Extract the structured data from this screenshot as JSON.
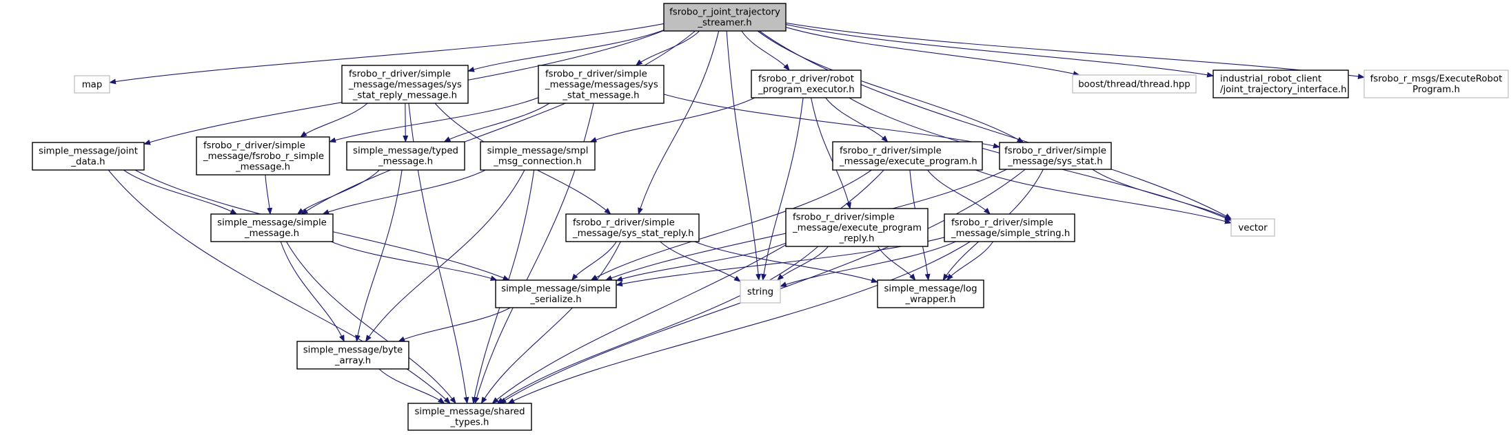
{
  "title": "fsrobo_r_joint_trajectory_streamer.h include dependency graph",
  "colors": {
    "edge": "#191970",
    "root_fill": "#bfbfbf",
    "documented_border": "#000000",
    "external_border": "#bfbfbf",
    "node_fill": "#ffffff"
  },
  "nodes": [
    {
      "id": "root",
      "lines": [
        "fsrobo_r_joint_trajectory",
        "_streamer.h"
      ],
      "kind": "root",
      "align": "center"
    },
    {
      "id": "map",
      "lines": [
        "map"
      ],
      "kind": "external",
      "align": "center"
    },
    {
      "id": "joint_data",
      "lines": [
        "simple_message/joint",
        "_data.h"
      ],
      "kind": "doc",
      "align": "center"
    },
    {
      "id": "sys_stat_reply_message",
      "lines": [
        "fsrobo_r_driver/simple",
        "_message/messages/sys",
        "_stat_reply_message.h"
      ],
      "kind": "doc",
      "align": "left"
    },
    {
      "id": "sys_stat_message",
      "lines": [
        "fsrobo_r_driver/simple",
        "_message/messages/sys",
        "_stat_message.h"
      ],
      "kind": "doc",
      "align": "left"
    },
    {
      "id": "robot_program_executor",
      "lines": [
        "fsrobo_r_driver/robot",
        "_program_executor.h"
      ],
      "kind": "doc",
      "align": "left"
    },
    {
      "id": "boost_thread",
      "lines": [
        "boost/thread/thread.hpp"
      ],
      "kind": "external",
      "align": "center"
    },
    {
      "id": "joint_trajectory_interface",
      "lines": [
        "industrial_robot_client",
        "/joint_trajectory_interface.h"
      ],
      "kind": "doc",
      "align": "left"
    },
    {
      "id": "execute_robot_program",
      "lines": [
        "fsrobo_r_msgs/ExecuteRobot",
        "Program.h"
      ],
      "kind": "external",
      "align": "center"
    },
    {
      "id": "fsrobo_r_simple_message",
      "lines": [
        "fsrobo_r_driver/simple",
        "_message/fsrobo_r_simple",
        "_message.h"
      ],
      "kind": "doc",
      "align": "left"
    },
    {
      "id": "typed_message",
      "lines": [
        "simple_message/typed",
        "_message.h"
      ],
      "kind": "doc",
      "align": "center"
    },
    {
      "id": "smpl_msg_connection",
      "lines": [
        "simple_message/smpl",
        "_msg_connection.h"
      ],
      "kind": "doc",
      "align": "center"
    },
    {
      "id": "execute_program",
      "lines": [
        "fsrobo_r_driver/simple",
        "_message/execute_program.h"
      ],
      "kind": "doc",
      "align": "left"
    },
    {
      "id": "sys_stat",
      "lines": [
        "fsrobo_r_driver/simple",
        "_message/sys_stat.h"
      ],
      "kind": "doc",
      "align": "center"
    },
    {
      "id": "simple_message",
      "lines": [
        "simple_message/simple",
        "_message.h"
      ],
      "kind": "doc",
      "align": "center"
    },
    {
      "id": "sys_stat_reply",
      "lines": [
        "fsrobo_r_driver/simple",
        "_message/sys_stat_reply.h"
      ],
      "kind": "doc",
      "align": "left"
    },
    {
      "id": "execute_program_reply",
      "lines": [
        "fsrobo_r_driver/simple",
        "_message/execute_program",
        "_reply.h"
      ],
      "kind": "doc",
      "align": "left"
    },
    {
      "id": "simple_string",
      "lines": [
        "fsrobo_r_driver/simple",
        "_message/simple_string.h"
      ],
      "kind": "doc",
      "align": "left"
    },
    {
      "id": "vector",
      "lines": [
        "vector"
      ],
      "kind": "external",
      "align": "center"
    },
    {
      "id": "simple_serialize",
      "lines": [
        "simple_message/simple",
        "_serialize.h"
      ],
      "kind": "doc",
      "align": "center"
    },
    {
      "id": "string",
      "lines": [
        "string"
      ],
      "kind": "external",
      "align": "center"
    },
    {
      "id": "log_wrapper",
      "lines": [
        "simple_message/log",
        "_wrapper.h"
      ],
      "kind": "doc",
      "align": "center"
    },
    {
      "id": "byte_array",
      "lines": [
        "simple_message/byte",
        "_array.h"
      ],
      "kind": "doc",
      "align": "center"
    },
    {
      "id": "shared_types",
      "lines": [
        "simple_message/shared",
        "_types.h"
      ],
      "kind": "doc",
      "align": "center"
    }
  ],
  "edges": [
    [
      "root",
      "map"
    ],
    [
      "root",
      "joint_data"
    ],
    [
      "root",
      "simple_message"
    ],
    [
      "root",
      "sys_stat_reply_message"
    ],
    [
      "root",
      "sys_stat_message"
    ],
    [
      "root",
      "robot_program_executor"
    ],
    [
      "root",
      "sys_stat_reply"
    ],
    [
      "root",
      "string"
    ],
    [
      "root",
      "sys_stat"
    ],
    [
      "root",
      "vector"
    ],
    [
      "root",
      "boost_thread"
    ],
    [
      "root",
      "joint_trajectory_interface"
    ],
    [
      "root",
      "execute_robot_program"
    ],
    [
      "sys_stat_reply_message",
      "shared_types"
    ],
    [
      "sys_stat_reply_message",
      "fsrobo_r_simple_message"
    ],
    [
      "sys_stat_reply_message",
      "typed_message"
    ],
    [
      "sys_stat_reply_message",
      "sys_stat_reply"
    ],
    [
      "sys_stat_message",
      "fsrobo_r_simple_message"
    ],
    [
      "sys_stat_message",
      "typed_message"
    ],
    [
      "sys_stat_message",
      "shared_types"
    ],
    [
      "sys_stat_message",
      "sys_stat"
    ],
    [
      "robot_program_executor",
      "smpl_msg_connection"
    ],
    [
      "robot_program_executor",
      "string"
    ],
    [
      "robot_program_executor",
      "execute_program_reply"
    ],
    [
      "robot_program_executor",
      "execute_program"
    ],
    [
      "robot_program_executor",
      "vector"
    ],
    [
      "joint_data",
      "simple_message"
    ],
    [
      "joint_data",
      "simple_serialize"
    ],
    [
      "joint_data",
      "shared_types"
    ],
    [
      "fsrobo_r_simple_message",
      "simple_message"
    ],
    [
      "typed_message",
      "simple_message"
    ],
    [
      "typed_message",
      "byte_array"
    ],
    [
      "smpl_msg_connection",
      "simple_message"
    ],
    [
      "smpl_msg_connection",
      "byte_array"
    ],
    [
      "smpl_msg_connection",
      "shared_types"
    ],
    [
      "execute_program",
      "simple_serialize"
    ],
    [
      "execute_program",
      "vector"
    ],
    [
      "execute_program",
      "simple_string"
    ],
    [
      "execute_program",
      "log_wrapper"
    ],
    [
      "execute_program",
      "shared_types"
    ],
    [
      "sys_stat",
      "simple_serialize"
    ],
    [
      "sys_stat",
      "vector"
    ],
    [
      "sys_stat",
      "log_wrapper"
    ],
    [
      "sys_stat",
      "shared_types"
    ],
    [
      "simple_message",
      "simple_serialize"
    ],
    [
      "simple_message",
      "byte_array"
    ],
    [
      "simple_message",
      "shared_types"
    ],
    [
      "sys_stat_reply",
      "simple_serialize"
    ],
    [
      "sys_stat_reply",
      "string"
    ],
    [
      "sys_stat_reply",
      "log_wrapper"
    ],
    [
      "sys_stat_reply",
      "shared_types"
    ],
    [
      "execute_program_reply",
      "simple_serialize"
    ],
    [
      "execute_program_reply",
      "string"
    ],
    [
      "execute_program_reply",
      "log_wrapper"
    ],
    [
      "execute_program_reply",
      "shared_types"
    ],
    [
      "simple_string",
      "simple_serialize"
    ],
    [
      "simple_string",
      "string"
    ],
    [
      "simple_string",
      "log_wrapper"
    ],
    [
      "simple_string",
      "shared_types"
    ],
    [
      "simple_serialize",
      "byte_array"
    ],
    [
      "byte_array",
      "shared_types"
    ]
  ]
}
